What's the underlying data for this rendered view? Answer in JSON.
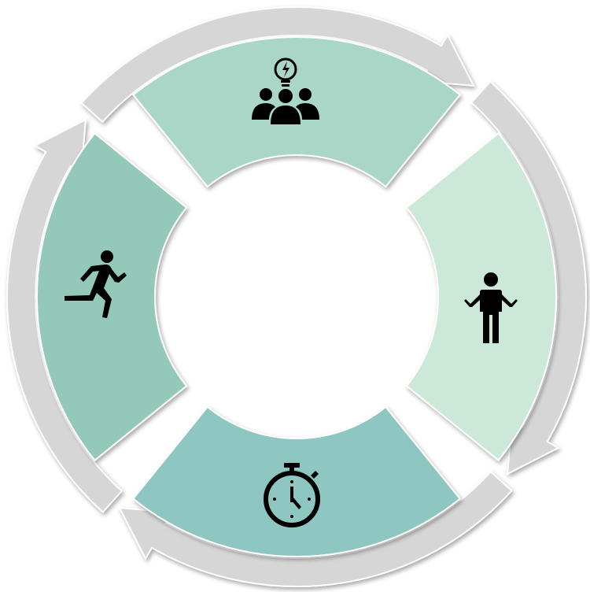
{
  "diagram": {
    "type": "cycle",
    "direction": "clockwise",
    "background": "#FFFFFF",
    "arrow_color": "#D6D6D6",
    "arrow_edge_color": "#FFFFFF",
    "segments": [
      {
        "id": "top",
        "icon": "team-lightbulb-icon",
        "color": "#A9D6C6"
      },
      {
        "id": "right",
        "icon": "person-shrugging-icon",
        "color": "#CBE8D9"
      },
      {
        "id": "bottom",
        "icon": "stopwatch-icon",
        "color": "#8EC6C1"
      },
      {
        "id": "left",
        "icon": "person-running-icon",
        "color": "#94C8B9"
      }
    ]
  }
}
